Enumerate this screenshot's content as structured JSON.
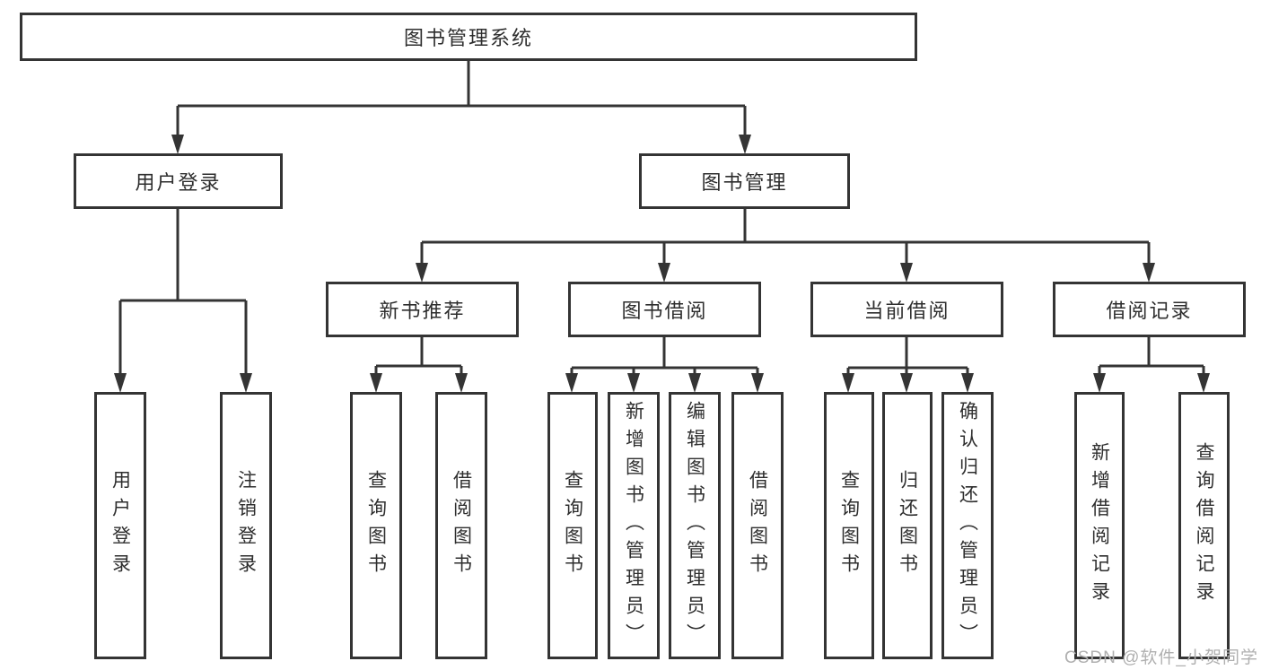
{
  "diagram": {
    "root": "图书管理系统",
    "branches": [
      {
        "label": "用户登录",
        "children": [
          "用户登录",
          "注销登录"
        ]
      },
      {
        "label": "图书管理",
        "sections": [
          {
            "label": "新书推荐",
            "children": [
              "查询图书",
              "借阅图书"
            ]
          },
          {
            "label": "图书借阅",
            "children": [
              "查询图书",
              "新增图书（管理员）",
              "编辑图书（管理员）",
              "借阅图书"
            ]
          },
          {
            "label": "当前借阅",
            "children": [
              "查询图书",
              "归还图书",
              "确认归还（管理员）"
            ]
          },
          {
            "label": "借阅记录",
            "children": [
              "新增借阅记录",
              "查询借阅记录"
            ]
          }
        ]
      }
    ]
  },
  "watermark": {
    "text": "CSDN @软件_小贺同学"
  },
  "colors": {
    "line": "#343434",
    "box_border": "#343434",
    "text": "#2e2e2e",
    "watermark": "#b0b0b0",
    "background": "#ffffff"
  }
}
